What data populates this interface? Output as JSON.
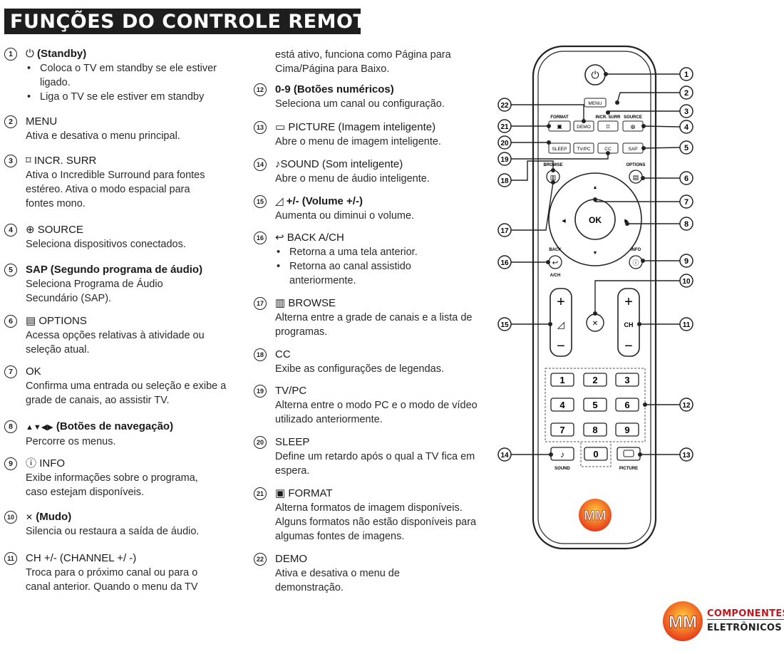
{
  "title": "FUNÇÕES DO CONTROLE REMOTO",
  "items": [
    {
      "n": "1",
      "head": "(Standby)",
      "icon": "⏻",
      "bullets": [
        "Coloca o TV em standby se ele estiver ligado.",
        "Liga o TV se ele estiver em standby"
      ]
    },
    {
      "n": "2",
      "head": "MENU",
      "desc": "Ativa e desativa o menu principal."
    },
    {
      "n": "3",
      "head": "INCR. SURR",
      "icon": "⌑",
      "desc": "Ativa o Incredible Surround para fontes estéreo. Ativa o modo espacial para fontes mono."
    },
    {
      "n": "4",
      "head": "SOURCE",
      "icon": "⊕",
      "desc": "Seleciona dispositivos conectados."
    },
    {
      "n": "5",
      "head": "SAP (Segundo programa de áudio)",
      "desc": "Seleciona Programa de Áudio Secundário (SAP)."
    },
    {
      "n": "6",
      "head": "OPTIONS",
      "icon": "▤",
      "desc": "Acessa opções relativas à atividade ou seleção atual."
    },
    {
      "n": "7",
      "head": "OK",
      "desc": "Confirma uma entrada ou seleção e exibe a grade de canais, ao assistir TV."
    },
    {
      "n": "8",
      "head": "(Botões de navegação)",
      "icon": "▲▼◀▶",
      "desc": "Percorre os menus."
    },
    {
      "n": "9",
      "head": "INFO",
      "icon": "ⓘ",
      "desc": "Exibe informações sobre o programa, caso estejam disponíveis."
    },
    {
      "n": "10",
      "head": "(Mudo)",
      "icon": "🔇",
      "desc": "Silencia ou restaura a saída de áudio."
    },
    {
      "n": "11",
      "head": "CH +/- (CHANNEL +/ -)",
      "desc": "Troca para o próximo canal ou para o canal anterior. Quando o menu da TV"
    },
    {
      "n": "12",
      "head": "0-9 (Botões numéricos)",
      "desc": "Seleciona um canal  ou configuração."
    },
    {
      "n": "13",
      "head": "PICTURE (Imagem inteligente)",
      "icon": "▭",
      "desc": "Abre o menu de imagem inteligente."
    },
    {
      "n": "14",
      "head": "SOUND (Som inteligente)",
      "icon": "♪",
      "desc": "Abre o menu de áudio inteligente."
    },
    {
      "n": "15",
      "head": "+/- (Volume +/-)",
      "icon": "◿",
      "desc": "Aumenta ou diminui o volume."
    },
    {
      "n": "16",
      "head": "BACK A/CH",
      "icon": "⮌",
      "bullets": [
        "Retorna a uma tela anterior.",
        "Retorna ao canal assistido anteriormente."
      ]
    },
    {
      "n": "17",
      "head": "BROWSE",
      "icon": "▥",
      "desc": "Alterna entre a grade de canais e a lista de programas."
    },
    {
      "n": "18",
      "head": "CC",
      "desc": "Exibe as configurações de legendas."
    },
    {
      "n": "19",
      "head": "TV/PC",
      "desc": "Alterna entre o modo PC e o modo de vídeo utilizado anteriormente."
    },
    {
      "n": "20",
      "head": "SLEEP",
      "desc": "Define um retardo após o qual a TV fica em espera."
    },
    {
      "n": "21",
      "head": "FORMAT",
      "icon": "▣",
      "desc": "Alterna formatos de imagem disponíveis. Alguns formatos não estão disponíveis para algumas fontes de imagens."
    },
    {
      "n": "22",
      "head": "DEMO",
      "desc": "Ativa e desativa o menu de demonstração."
    }
  ],
  "continuation": "está ativo, funciona como Página para Cima/Página para Baixo.",
  "remote": {
    "menu": "MENU",
    "format": "FORMAT",
    "demo": "DEMO",
    "incr_surr": "INCR. SURR",
    "source": "SOURCE",
    "sleep": "SLEEP",
    "tvpc": "TV/PC",
    "cc": "CC",
    "sap": "SAP",
    "browse": "BROWSE",
    "options": "OPTIONS",
    "ok": "OK",
    "back": "BACK",
    "ach": "A/CH",
    "info": "INFO",
    "ch": "CH",
    "plus": "+",
    "minus": "−",
    "digits": [
      "1",
      "2",
      "3",
      "4",
      "5",
      "6",
      "7",
      "8",
      "9",
      "0"
    ],
    "sound": "SOUND",
    "picture": "PICTURE",
    "logo": "MM",
    "callouts": [
      "1",
      "2",
      "3",
      "4",
      "5",
      "6",
      "7",
      "8",
      "9",
      "10",
      "11",
      "12",
      "13",
      "14",
      "15",
      "16",
      "17",
      "18",
      "19",
      "20",
      "21",
      "22"
    ]
  },
  "brand": {
    "logo": "MM",
    "line1": "COMPONENTES",
    "line2": "ELETRÔNICOS"
  },
  "colors": {
    "title_bg": "#1e1e1e",
    "logo_red": "#c4161c",
    "logo_orange": "#f39200"
  }
}
